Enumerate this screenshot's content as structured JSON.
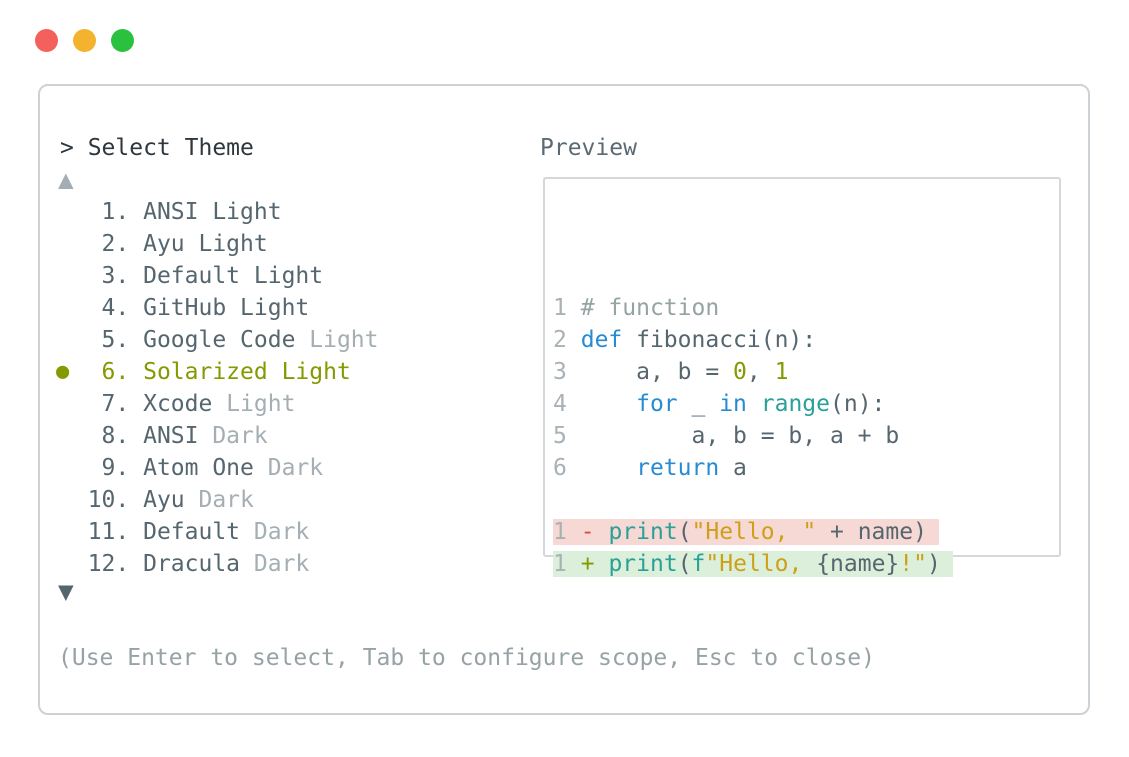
{
  "palette": {
    "title": "#2e373e",
    "fg": "#56666f",
    "dim": "#a4aeb3",
    "ln": "#a8b1b5",
    "comment": "#95a3a3",
    "kw": "#268bd2",
    "fn": "#2aa198",
    "num": "#859900",
    "str": "#cda018",
    "red": "#df4840",
    "removed_bg": "#f6d9d5",
    "added_bg": "#dcefdb",
    "selected": "#859900",
    "hint": "#96a2a5",
    "label": "#5a6a74",
    "arrow_up": "#a3adb3",
    "arrow_down": "#54656e",
    "tl_red": "#f4615c",
    "tl_yellow": "#f3b32f",
    "tl_green": "#2ac13f",
    "window_border": "#cdd2d6",
    "preview_border": "#d4d8db"
  },
  "dialog": {
    "title": "> Select Theme",
    "hint": "(Use Enter to select, Tab to configure scope, Esc to close)"
  },
  "theme_list": {
    "up_icon": "▲",
    "down_icon": "▼",
    "selected_marker": "●",
    "items": [
      {
        "number": 1,
        "name": "ANSI Light",
        "dim_suffix": "",
        "selected": false
      },
      {
        "number": 2,
        "name": "Ayu Light",
        "dim_suffix": "",
        "selected": false
      },
      {
        "number": 3,
        "name": "Default Light",
        "dim_suffix": "",
        "selected": false
      },
      {
        "number": 4,
        "name": "GitHub Light",
        "dim_suffix": "",
        "selected": false
      },
      {
        "number": 5,
        "name": "Google Code",
        "dim_suffix": " Light",
        "selected": false
      },
      {
        "number": 6,
        "name": "Solarized Light",
        "dim_suffix": "",
        "selected": true
      },
      {
        "number": 7,
        "name": "Xcode",
        "dim_suffix": " Light",
        "selected": false
      },
      {
        "number": 8,
        "name": "ANSI",
        "dim_suffix": " Dark",
        "selected": false
      },
      {
        "number": 9,
        "name": "Atom One",
        "dim_suffix": " Dark",
        "selected": false
      },
      {
        "number": 10,
        "name": "Ayu",
        "dim_suffix": " Dark",
        "selected": false
      },
      {
        "number": 11,
        "name": "Default",
        "dim_suffix": " Dark",
        "selected": false
      },
      {
        "number": 12,
        "name": "Dracula",
        "dim_suffix": " Dark",
        "selected": false
      }
    ]
  },
  "preview": {
    "label": "Preview",
    "code_lines": [
      {
        "num": "1",
        "tokens": [
          [
            " # function",
            "comment"
          ]
        ]
      },
      {
        "num": "2",
        "tokens": [
          [
            " ",
            "fg"
          ],
          [
            "def",
            "kw"
          ],
          [
            " fibonacci(n):",
            "fg"
          ]
        ]
      },
      {
        "num": "3",
        "tokens": [
          [
            "     a, b = ",
            "fg"
          ],
          [
            "0",
            "num"
          ],
          [
            ", ",
            "fg"
          ],
          [
            "1",
            "num"
          ]
        ]
      },
      {
        "num": "4",
        "tokens": [
          [
            "     ",
            "fg"
          ],
          [
            "for",
            "kw"
          ],
          [
            " _ ",
            "fg"
          ],
          [
            "in",
            "kw"
          ],
          [
            " ",
            "fg"
          ],
          [
            "range",
            "fn"
          ],
          [
            "(n):",
            "fg"
          ]
        ]
      },
      {
        "num": "5",
        "tokens": [
          [
            "         a, b = b, a + b",
            "fg"
          ]
        ]
      },
      {
        "num": "6",
        "tokens": [
          [
            "     ",
            "fg"
          ],
          [
            "return",
            "kw"
          ],
          [
            " a",
            "fg"
          ]
        ]
      },
      {
        "num": "",
        "tokens": []
      },
      {
        "num": "1",
        "bg": "removed",
        "tokens": [
          [
            " ",
            "fg"
          ],
          [
            "-",
            "red"
          ],
          [
            " ",
            "fg"
          ],
          [
            "print",
            "fn"
          ],
          [
            "(",
            "fg"
          ],
          [
            "\"Hello, \"",
            "str"
          ],
          [
            " + name)",
            "fg"
          ]
        ]
      },
      {
        "num": "1",
        "bg": "added",
        "tokens": [
          [
            " ",
            "fg"
          ],
          [
            "+",
            "num"
          ],
          [
            " ",
            "fg"
          ],
          [
            "print",
            "fn"
          ],
          [
            "(",
            "fg"
          ],
          [
            "f",
            "fn"
          ],
          [
            "\"Hello, ",
            "str"
          ],
          [
            "{name}",
            "fg"
          ],
          [
            "!\"",
            "str"
          ],
          [
            ")",
            "fg"
          ]
        ]
      }
    ]
  }
}
